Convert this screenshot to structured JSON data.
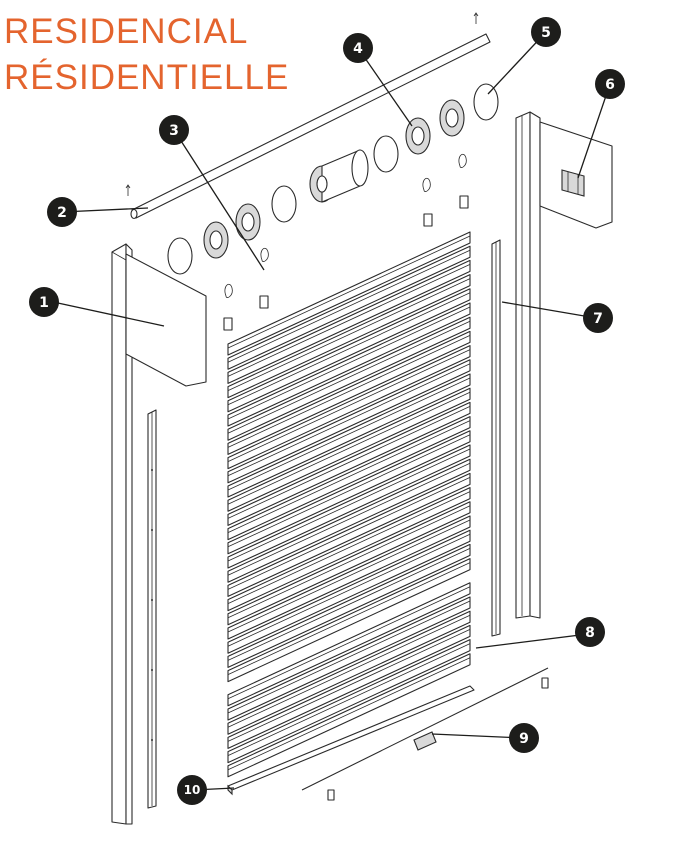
{
  "title": {
    "line1": "RESIDENCIAL",
    "line2": "RÉSIDENTIELLE"
  },
  "callouts": [
    "1",
    "2",
    "3",
    "4",
    "5",
    "6",
    "7",
    "8",
    "9",
    "10"
  ],
  "colors": {
    "title": "#e4642e",
    "callout": "#1d1d1b",
    "line": "#2b2b2b"
  }
}
